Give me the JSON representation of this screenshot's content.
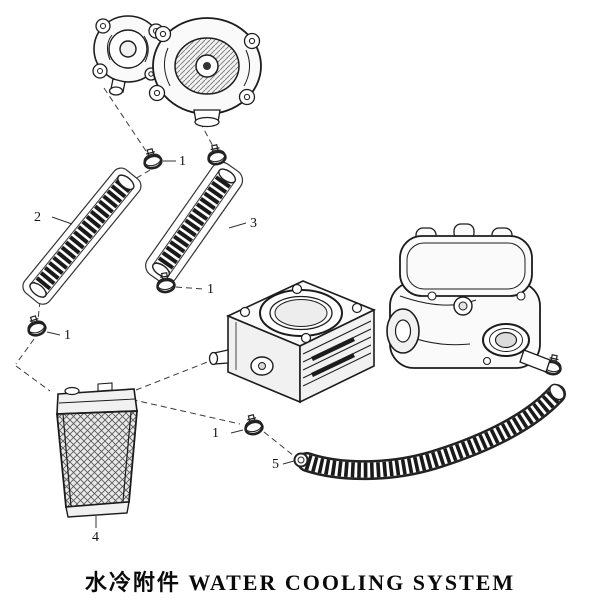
{
  "caption": "水冷附件 WATER COOLING SYSTEM",
  "callouts": {
    "clamp_top": {
      "label": "1"
    },
    "hose_left": {
      "label": "2"
    },
    "hose_right": {
      "label": "3"
    },
    "clamp_mid": {
      "label": "1"
    },
    "clamp_left": {
      "label": "1"
    },
    "radiator": {
      "label": "4"
    },
    "clamp_bottom": {
      "label": "1"
    },
    "hose_long": {
      "label": "5"
    }
  }
}
